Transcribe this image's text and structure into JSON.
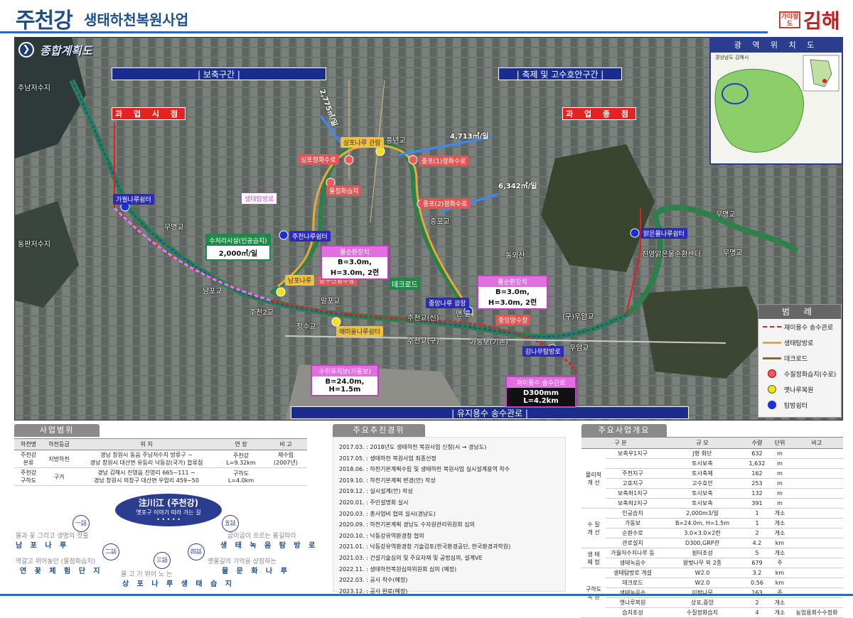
{
  "header": {
    "title_main": "주천강",
    "title_sub": "생태하천복원사업",
    "logo_text": "김해",
    "logo_badge": "가야왕도"
  },
  "section": {
    "title": "종합계획도",
    "arrow": "❯"
  },
  "map": {
    "banners": {
      "protect": "| 보축구간 |",
      "embank": "| 축제 및 고수호안구간 |",
      "pipe": "| 유지용수 송수관로 |"
    },
    "signs": {
      "start": "과 업 시 점",
      "end": "과 업 종 점"
    },
    "flows": {
      "f1": "2,775㎥/일",
      "f2": "4,713㎥/일",
      "f3": "6,342㎥/일"
    },
    "labels": {
      "jn": "주남저수지",
      "dp": "동판저수지",
      "pn": "풍년교",
      "jp": "중포교",
      "mm1": "무명교",
      "mm2": "무명교",
      "mm3": "무명교",
      "np": "남포교",
      "jc2": "주천2교",
      "mp": "말포교",
      "js": "장수교",
      "jcs": "주천교(신)",
      "jcg": "주천교(구)",
      "gnb": "가동보(기존)",
      "ow": "(구)우암교",
      "uw": "우암교",
      "dhs": "동뫼산",
      "jy": "진영맑은물순환센터",
      "mh": "맨 홀"
    },
    "tags": {
      "sp_jh": "상포정화수로",
      "jp1": "중포(1)정화수로",
      "jp2": "중포(2)정화수로",
      "pond": "물칭화습지",
      "sptg": "상포나루 관람",
      "eco": "생태탐방로",
      "gyeol": "가월나루쉼터",
      "juchon": "주천나루쉼터",
      "nampo": "남포나루",
      "jangu": "장구산양수장",
      "maemyo": "매미울나루쉼터",
      "jangan": "중앙나루 광장",
      "jungang": "중앙양수장",
      "gamna": "감나무탐방로",
      "malgeun": "맑은물나루쉼터",
      "deck": "데크로드",
      "treat": "수처리시설(인공습지)",
      "treat_val": "2,000㎥/일"
    },
    "callouts": {
      "c1h": "물순환장치",
      "c1b": "B=3.0m, H=3.0m, 2련",
      "c2h": "물순환장치",
      "c2b": "B=3.0m, H=3.0m, 2련",
      "c3h": "수위유지보(가동보)",
      "c3b": "B=24.0m, H=1.5m",
      "c4h": "재이용수 송수관로",
      "c4b": "D300mm L=4.2km"
    }
  },
  "inset": {
    "title": "광 역 위 치 도",
    "caption": "경상남도 김해시"
  },
  "legend": {
    "title": "범 례",
    "items": [
      {
        "label": "재이용수 송수관로"
      },
      {
        "label": "생태탐방로"
      },
      {
        "label": "데크로드"
      },
      {
        "label": "수질정화습지(수로)"
      },
      {
        "label": "옛나루복원"
      },
      {
        "label": "탐방쉼터"
      }
    ]
  },
  "scope": {
    "title": "사업범위",
    "headers": [
      "하천명",
      "하천등급",
      "위 치",
      "연 장",
      "비 고"
    ],
    "rows": [
      [
        "주천강\n본류",
        "지방하천",
        "경남 창원시 동읍 주남저수지 방류구 ~\n경남 창원시 대산면 유등리 낙동강(국가) 합류점",
        "주천강\nL=9.32km",
        "재수립\n(2007년)"
      ],
      [
        "주천강\n구하도",
        "구거",
        "경남 김해시 진영읍 진영리 665~111 ~\n경남 창원시 의창구 대산면 우암리 459~50",
        "구하도\nL=4.0km",
        ""
      ]
    ]
  },
  "story": {
    "center_title": "注川江 (주천강)",
    "center_sub": "옛포구 이야기 따라 가는 길",
    "dots": "• • • • •",
    "items": [
      {
        "num": "一話",
        "desc": "물과 꽃 그리고 생명의 젓줄",
        "name": "남 포 나 루"
      },
      {
        "num": "二話",
        "desc": "역갈고 위어놓던 (물정화습지)",
        "name": "연 꽃 체 험 단 지"
      },
      {
        "num": "三話",
        "desc": "물 고 기 뛰어 노 는",
        "name": "상 포 나 루 생 태 습 지"
      },
      {
        "num": "四話",
        "desc": "옛물길의 기억을 상징하는",
        "name": "물 문 화 나 루"
      },
      {
        "num": "五話",
        "desc": "굽이굽이 흐르는 물길따라",
        "name": "생 태 녹 음 탐 방 로"
      }
    ]
  },
  "progress": {
    "title": "주요추진경위",
    "items": [
      "2017.03. : 2018년도 생태하천 복원사업 신청(시 → 경남도)",
      "2017.05. : 생태하천 복원사업 최종선정",
      "2018.06. : 하천기본계획수립 및 생태하천 복원사업 실시설계용역 착수",
      "2019.10. : 하천기본계획 변경(안) 작성",
      "2019.12. : 실시설계(안) 작성",
      "2020.01. : 주민설명회 실시",
      "2020.03. : 총사업비 협의 실시(경남도)",
      "2020.09. : 하천기본계획 경남도 수자원관리위원회 심의",
      "2020.10. : 낙동강유역환경청 협의",
      "2021.01. : 낙동강유역환경청 기술검토(한국환경공단, 한국환경과학원)",
      "2021.03. : 건설기술심의 및 주요자재 및 공법심의, 설계VE",
      "2022.11. : 생태하천복원심의위원회 심의 (예정)",
      "2022.03. : 공사 착수(예정)",
      "2023.12. : 공사 완료(예정)"
    ]
  },
  "overview": {
    "title": "주요사업개요",
    "headers": [
      "구 분",
      "규 모",
      "수량",
      "단위",
      "비고"
    ],
    "rows": [
      [
        "물리적\n개 선",
        "보축우1지구",
        "J형 화단",
        "632",
        "m",
        ""
      ],
      [
        "",
        "",
        "토사보축",
        "1,632",
        "m",
        ""
      ],
      [
        "",
        "주천지구",
        "토사축제",
        "162",
        "m",
        ""
      ],
      [
        "",
        "고호지구",
        "고수호안",
        "253",
        "m",
        ""
      ],
      [
        "",
        "보축좌1지구",
        "토사보축",
        "132",
        "m",
        ""
      ],
      [
        "",
        "보축좌2지구",
        "토사보축",
        "391",
        "m",
        ""
      ],
      [
        "수 질\n개 선",
        "인공습지",
        "2,000m3/일",
        "1",
        "개소",
        ""
      ],
      [
        "",
        "가동보",
        "B=24.0m, H=1.5m",
        "1",
        "개소",
        ""
      ],
      [
        "",
        "순환수로",
        "3.0×3.0×2련",
        "2",
        "개소",
        ""
      ],
      [
        "",
        "관로설치",
        "D300,GRP관",
        "4.2",
        "km",
        ""
      ],
      [
        "생 태\n체 험",
        "가월저수지나루 등",
        "쉼터조성",
        "5",
        "개소",
        ""
      ],
      [
        "",
        "생태녹음수",
        "왕벚나무 외 2종",
        "679",
        "주",
        ""
      ],
      [
        "구하도\n복 원",
        "생태탐방로 개설",
        "W2.0",
        "3.2",
        "km",
        ""
      ],
      [
        "",
        "데크로드",
        "W2.0",
        "0.56",
        "km",
        ""
      ],
      [
        "",
        "생태녹음수",
        "이팝나무",
        "163",
        "주",
        ""
      ],
      [
        "",
        "옛나루복원",
        "상포,중앙",
        "2",
        "개소",
        ""
      ],
      [
        "",
        "습지조성",
        "수질정화습지",
        "4",
        "개소",
        "농업용회수수정화"
      ]
    ]
  }
}
